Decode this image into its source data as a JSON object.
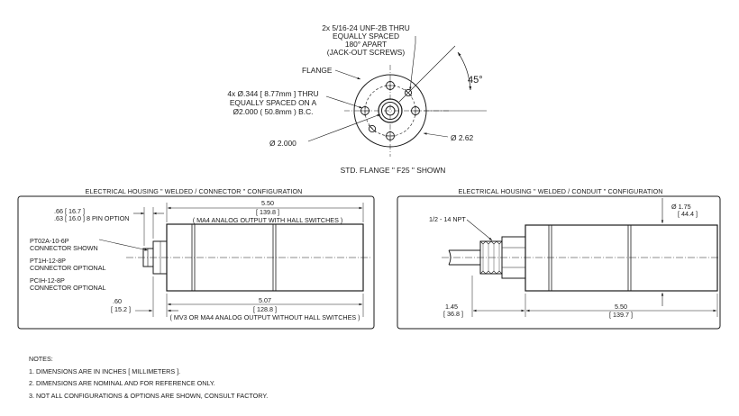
{
  "flange": {
    "jack_screws": [
      "2x 5/16-24 UNF-2B THRU",
      "EQUALLY SPACED",
      "180° APART",
      "(JACK-OUT SCREWS)"
    ],
    "flange_label": "FLANGE",
    "thru_holes": [
      "4x Ø.344 [ 8.77mm ] THRU",
      "EQUALLY SPACED ON A",
      "Ø2.000 ( 50.8mm ) B.C."
    ],
    "angle": "45°",
    "dia_2000": "Ø 2.000",
    "dia_262": "Ø 2.62",
    "caption": "STD. FLANGE \" F25 \" SHOWN"
  },
  "connector_view": {
    "title": "ELECTRICAL HOUSING \" WELDED / CONNECTOR \" CONFIGURATION",
    "dim_66": ".66  [ 16.7 ]",
    "dim_63": ".63  [ 16.0 ]  8 PIN OPTION",
    "len_550": "5.50",
    "len_550_mm": "[ 139.8 ]",
    "ma4_note": "( MA4 ANALOG  OUTPUT WITH HALL SWITCHES )",
    "connector_shown": [
      "PT02A-10-6P",
      "CONNECTOR SHOWN"
    ],
    "connector_opt1": [
      "PT1H-12-8P",
      "CONNECTOR OPTIONAL"
    ],
    "connector_opt2": [
      "PCIH-12-8P",
      "CONNECTOR OPTIONAL"
    ],
    "dim_60": ".60",
    "dim_60_mm": "[ 15.2 ]",
    "len_507": "5.07",
    "len_507_mm": "[ 128.8 ]",
    "mv3_note": "( MV3 OR MA4  ANALOG  OUTPUT WITHOUT HALL SWITCHES )"
  },
  "conduit_view": {
    "title": "ELECTRICAL HOUSING \" WELDED / CONDUIT \" CONFIGURATION",
    "npt": "1/2 - 14 NPT",
    "dia_175": "Ø  1.75",
    "dia_175_mm": "[ 44.4 ]",
    "dim_145": "1.45",
    "dim_145_mm": "[ 36.8 ]",
    "len_550": "5.50",
    "len_550_mm": "[ 139.7 ]"
  },
  "notes": {
    "heading": "NOTES:",
    "items": [
      "1. DIMENSIONS ARE IN INCHES [ MILLIMETERS ].",
      "2. DIMENSIONS ARE NOMINAL AND FOR REFERENCE ONLY.",
      "3. NOT ALL CONFIGURATIONS & OPTIONS ARE SHOWN, CONSULT FACTORY."
    ]
  }
}
